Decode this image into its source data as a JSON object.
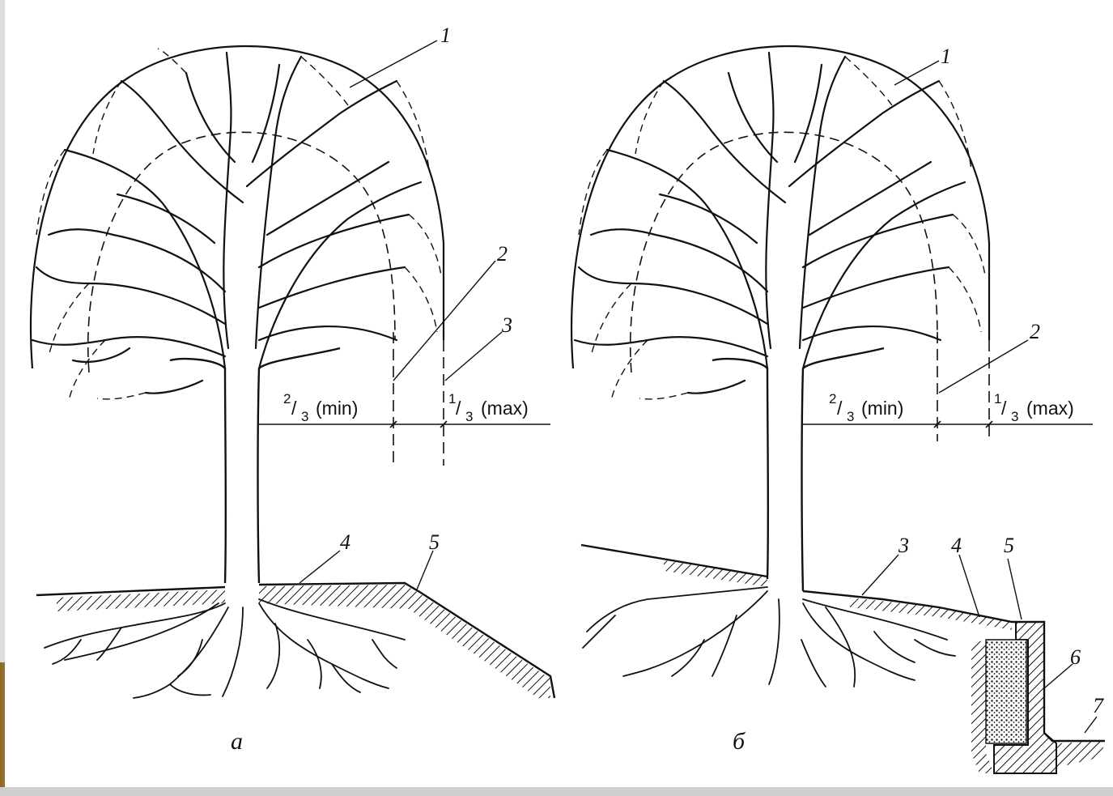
{
  "panel_a": {
    "caption": "а",
    "labels": [
      "1",
      "2",
      "3",
      "4",
      "5"
    ],
    "dim_min": {
      "num": "2",
      "den": "3",
      "text": "(min)"
    },
    "dim_max": {
      "num": "1",
      "den": "3",
      "text": "(max)"
    }
  },
  "panel_b": {
    "caption": "б",
    "labels": [
      "1",
      "2",
      "3",
      "4",
      "5",
      "6",
      "7"
    ],
    "dim_min": {
      "num": "2",
      "den": "3",
      "text": "(min)"
    },
    "dim_max": {
      "num": "1",
      "den": "3",
      "text": "(max)"
    }
  },
  "colors": {
    "ink": "#111111",
    "paper": "#ffffff"
  }
}
